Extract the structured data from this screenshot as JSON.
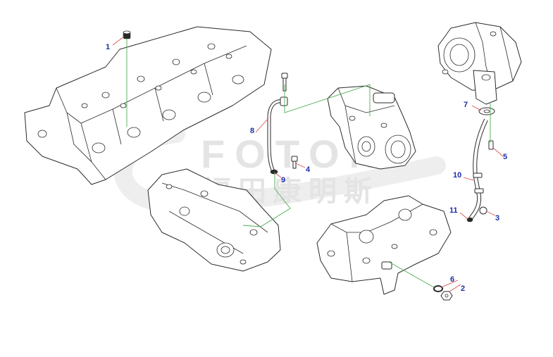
{
  "watermark": {
    "brand_text": "FOTON",
    "chinese_text": "福田康明斯"
  },
  "callouts": [
    {
      "id": "1",
      "label": "1"
    },
    {
      "id": "2",
      "label": "2"
    },
    {
      "id": "3",
      "label": "3"
    },
    {
      "id": "4",
      "label": "4"
    },
    {
      "id": "5",
      "label": "5"
    },
    {
      "id": "6",
      "label": "6"
    },
    {
      "id": "7",
      "label": "7"
    },
    {
      "id": "8",
      "label": "8"
    },
    {
      "id": "9",
      "label": "9"
    },
    {
      "id": "10",
      "label": "10"
    },
    {
      "id": "11",
      "label": "11"
    }
  ],
  "colors": {
    "callout_text": "#1a2fa8",
    "leader_green": "#4caf50",
    "leader_red": "#d9534f",
    "line_art": "#2a2a2a"
  }
}
